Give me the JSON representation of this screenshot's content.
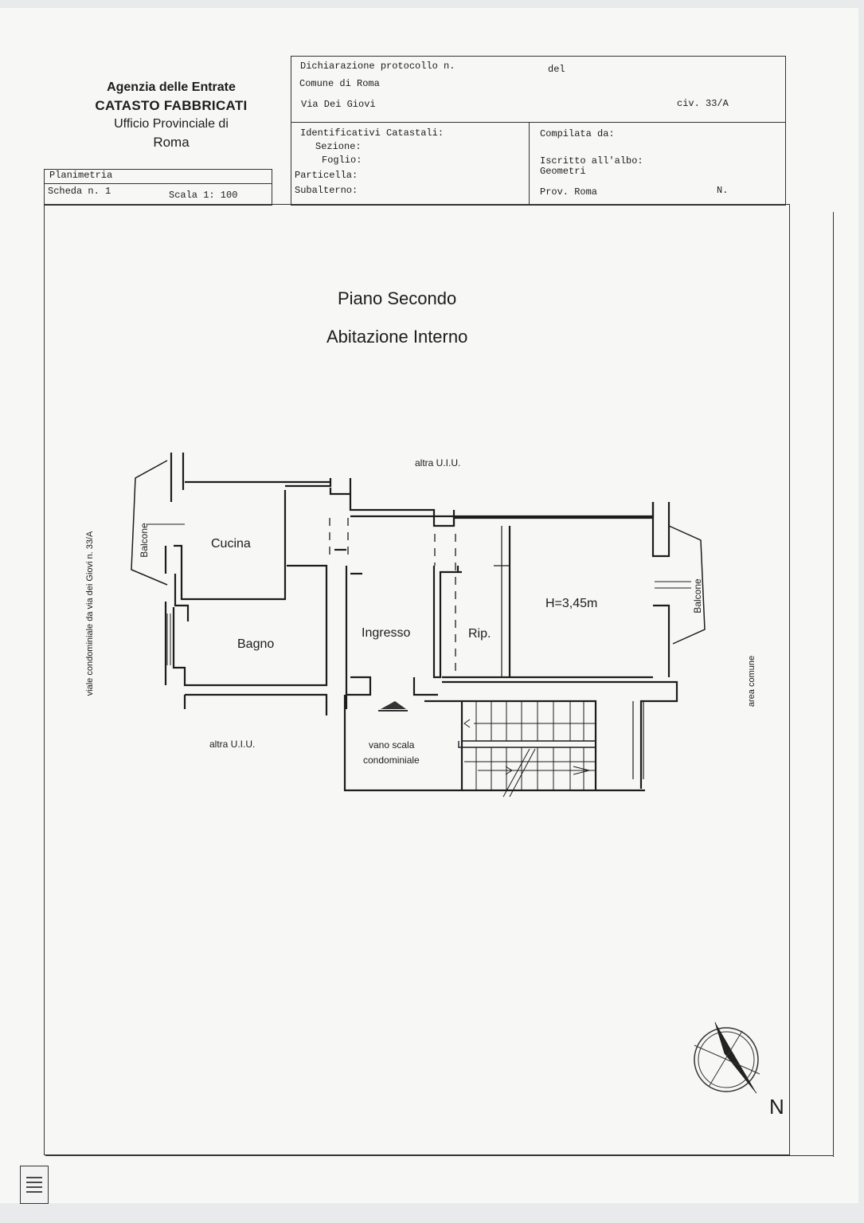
{
  "header": {
    "agency_line1": "Agenzia delle Entrate",
    "agency_line2": "CATASTO FABBRICATI",
    "agency_line3": "Ufficio Provinciale di",
    "agency_line4": "Roma"
  },
  "plan_box": {
    "planimetria": "Planimetria",
    "scheda": "Scheda n. 1",
    "scala": "Scala 1: 100"
  },
  "declaration": {
    "protocollo": "Dichiarazione protocollo n.",
    "del": "del",
    "comune": "Comune di Roma",
    "via": "Via Dei Giovi",
    "civ": "civ. 33/A"
  },
  "identificativi": {
    "title": "Identificativi Catastali:",
    "sezione": "Sezione:",
    "foglio": "Foglio:",
    "particella": "Particella:",
    "subalterno": "Subalterno:"
  },
  "compilata": {
    "title": "Compilata da:",
    "iscritto": "Iscritto all'albo:",
    "albo": "Geometri",
    "prov": "Prov. Roma",
    "numero": "N."
  },
  "drawing": {
    "title": "Piano Secondo",
    "subtitle": "Abitazione Interno",
    "labels": {
      "altra_top": "altra U.I.U.",
      "altra_bottom": "altra U.I.U.",
      "balcone_left": "Balcone",
      "balcone_right": "Balcone",
      "cucina": "Cucina",
      "bagno": "Bagno",
      "ingresso": "Ingresso",
      "rip": "Rip.",
      "height": "H=3,45m",
      "vano_scala_1": "vano scala",
      "vano_scala_2": "condominiale",
      "viale": "viale condominiale da via dei Giovi n. 33/A",
      "area_comune": "area comune",
      "north": "N"
    }
  }
}
